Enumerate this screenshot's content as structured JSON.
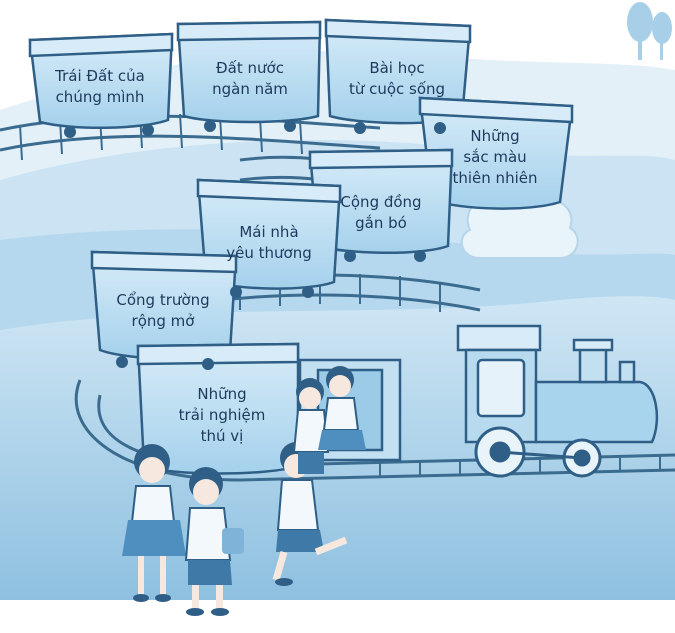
{
  "illustration": {
    "wagons": [
      {
        "id": "trai-dat",
        "lines": [
          "Trái Đất của",
          "chúng mình"
        ]
      },
      {
        "id": "dat-nuoc",
        "lines": [
          "Đất nước",
          "ngàn năm"
        ]
      },
      {
        "id": "bai-hoc",
        "lines": [
          "Bài học",
          "từ cuộc sống"
        ]
      },
      {
        "id": "sac-mau",
        "lines": [
          "Những",
          "sắc màu",
          "thiên nhiên"
        ]
      },
      {
        "id": "cong-dong",
        "lines": [
          "Cộng đồng",
          "gắn bó"
        ]
      },
      {
        "id": "mai-nha",
        "lines": [
          "Mái nhà",
          "yêu thương"
        ]
      },
      {
        "id": "cong-truong",
        "lines": [
          "Cổng trường",
          "rộng mở"
        ]
      },
      {
        "id": "trai-nghiem",
        "lines": [
          "Những",
          "trải nghiệm",
          "thú vị"
        ]
      }
    ],
    "colors": {
      "sky": "#ffffff",
      "hill_light": "#dcecf6",
      "hill_mid": "#bcdcee",
      "ground": "#9fcbe6",
      "wagon_body": "#a9d4ee",
      "wagon_top": "#d7ecf8",
      "wagon_outline": "#2f5f86",
      "track": "#3b6c8f",
      "text": "#1e3a5c",
      "child_shirt": "#f2f8fc",
      "child_skirt": "#4f8fc0"
    }
  }
}
